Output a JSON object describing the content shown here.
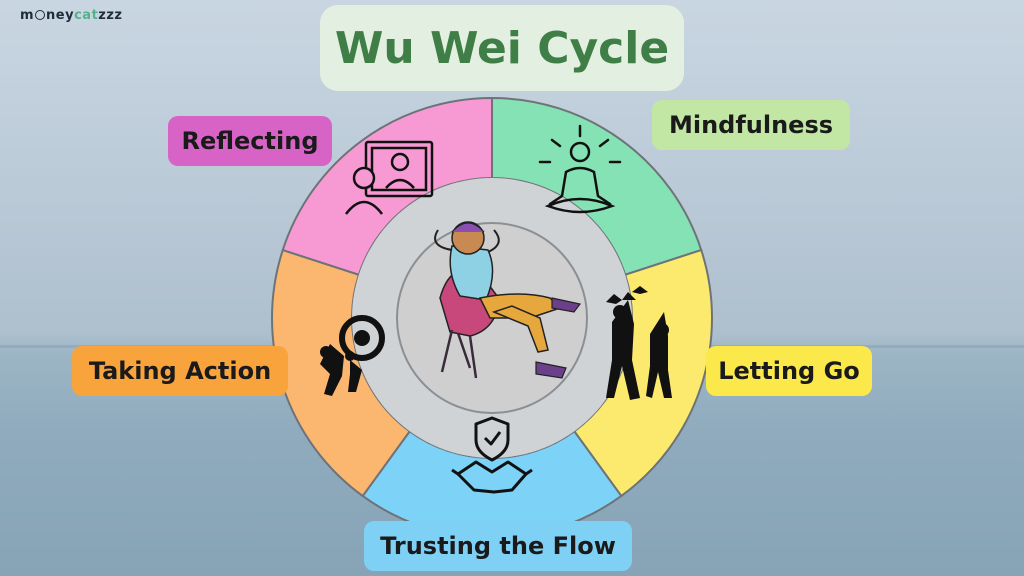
{
  "brand": {
    "prefix": "m",
    "mid": "ney",
    "accent": "cat",
    "suffix": "zzz"
  },
  "title": "Wu Wei Cycle",
  "stages": [
    {
      "label": "Mindfulness",
      "color": "#85e2b4",
      "label_bg": "#c2e6a3",
      "icon": "meditation-icon"
    },
    {
      "label": "Letting Go",
      "color": "#fbea6e",
      "label_bg": "#fbe84a",
      "icon": "birds-release-icon"
    },
    {
      "label": "Trusting the Flow",
      "color": "#7dd2f8",
      "label_bg": "#7fd0f5",
      "icon": "handshake-shield-icon"
    },
    {
      "label": "Taking Action",
      "color": "#fbb66f",
      "label_bg": "#f8a33c",
      "icon": "gear-push-icon"
    },
    {
      "label": "Reflecting",
      "color": "#f79ad4",
      "label_bg": "#d763c7",
      "icon": "mirror-reflection-icon"
    }
  ],
  "center": {
    "icon": "relaxed-person-icon",
    "color": "#cfcfcf"
  }
}
